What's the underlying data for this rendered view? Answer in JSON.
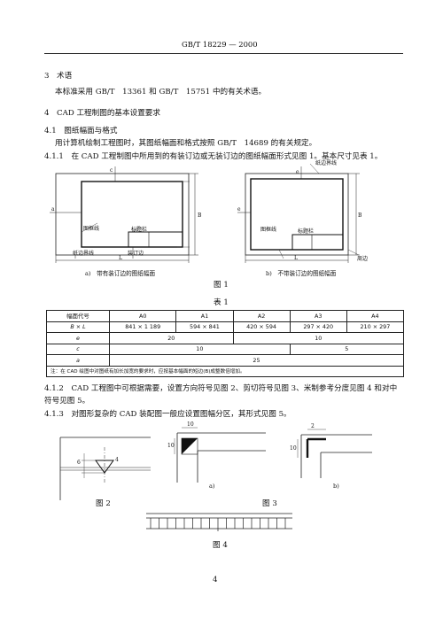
{
  "header": {
    "standard": "GB/T 18229 — 2000"
  },
  "sections": {
    "s3_heading": "3　术语",
    "s3_body": "本标准采用 GB/T　13361 和 GB/T　15751 中的有关术语。",
    "s4_heading": "4　CAD 工程制图的基本设置要求",
    "s41_heading": "4.1　图纸幅面与格式",
    "s41_body": "用计算机绘制工程图时，其图纸幅面和格式按照 GB/T　14689 的有关规定。",
    "s411": "4.1.1　在 CAD 工程制图中所用到的有装订边或无装订边的图纸幅面形式见图 1。基本尺寸见表 1。",
    "s412_line1": "4.1.2　CAD 工程图中可根据需要，设置方向符号见图 2、剪切符号见图 3、米制参考分度见图 4 和对中",
    "s412_line2": "符号见图 5。",
    "s413": "4.1.3　对图形复杂的 CAD 装配图一般应设置图幅分区，其形式见图 5。"
  },
  "figure1": {
    "label_a_b": "B",
    "label_l": "L",
    "label_a": "a",
    "label_c": "c",
    "label_e": "e",
    "label_frame": "图框线",
    "label_title_block": "标题栏",
    "label_trim": "纸边界线",
    "label_binding": "装订边",
    "label_frame_b": "图框线",
    "label_title_block_b": "标题栏",
    "label_trim_b": "纸边界线",
    "label_binding_margin": "周边",
    "caption_a": "a)　带有装订边的图纸幅面",
    "caption_b": "b)　不带装订边的图纸幅面",
    "figure_title": "图 1"
  },
  "table1": {
    "title": "表 1",
    "headers": [
      "幅面代号",
      "A0",
      "A1",
      "A2",
      "A3",
      "A4"
    ],
    "row_bxl": {
      "label": "B × L",
      "values": [
        "841 × 1 189",
        "594 × 841",
        "420 × 594",
        "297 × 420",
        "210 × 297"
      ]
    },
    "row_e": {
      "label": "e",
      "v1": "20",
      "v2": "10"
    },
    "row_c": {
      "label": "c",
      "v1": "10",
      "v2": "5"
    },
    "row_a": {
      "label": "a",
      "v1": "25"
    },
    "note": "注：在 CAD 绘图中对图纸有加长加宽的要求时，应按基本幅面的短边(B)成整数倍增加。"
  },
  "figure2": {
    "title": "图 2",
    "dim_small": "6",
    "dim_big": "4"
  },
  "figure3": {
    "title": "图 3",
    "caption_a": "a)",
    "caption_b": "b)",
    "dim_a1": "10",
    "dim_a2": "10",
    "dim_b1": "2",
    "dim_b2": "10"
  },
  "figure4": {
    "title": "图 4"
  },
  "footer": {
    "page_number": "4"
  }
}
